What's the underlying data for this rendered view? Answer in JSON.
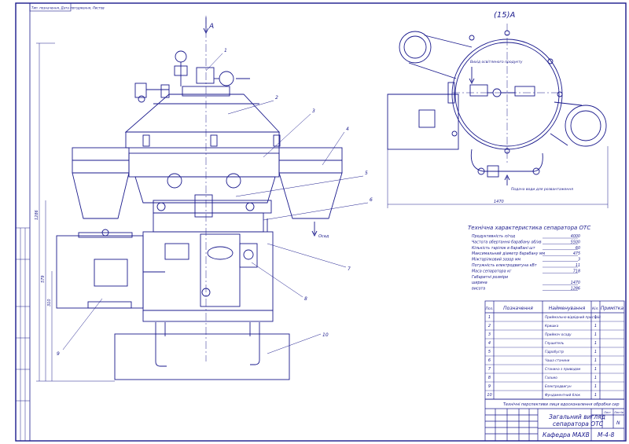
{
  "drawing": {
    "stamp_top_left": "Тип. позначення, Дата погодження, Листов",
    "view_label_top": "A",
    "view_label_section": "(15)A",
    "callouts": [
      "1",
      "2",
      "3",
      "4",
      "5",
      "6",
      "7",
      "8",
      "9",
      "10"
    ],
    "dim_width_left": "1286",
    "dim_height_mid": "579",
    "dim_height_low": "310",
    "dim_width_section": "1470",
    "label_outlet": "Вихід освітленого продукту",
    "label_water": "Подача води для розвантаження",
    "label_sediment": "Осад"
  },
  "spec": {
    "title": "Технічна характеристика сепаратора ОТС",
    "rows": [
      {
        "label": "Продуктивність л/год",
        "value": "4000"
      },
      {
        "label": "Частота обертання барабану об/хв",
        "value": "5500"
      },
      {
        "label": "Кількість тарілок в барабані шт",
        "value": "60"
      },
      {
        "label": "Максимальний діаметр барабану мм",
        "value": "475"
      },
      {
        "label": "Міжтарілковий зазор мм",
        "value": "3"
      },
      {
        "label": "Потужність електродвигуна кВт",
        "value": "11"
      },
      {
        "label": "Маса сепаратора кг",
        "value": "718"
      },
      {
        "label": "Габаритні розміри",
        "value": ""
      },
      {
        "label": "ширина",
        "value": "1470"
      },
      {
        "label": "висота",
        "value": "1286"
      }
    ]
  },
  "parts_table": {
    "headers": [
      "Поз.",
      "Позначення",
      "Найменування",
      "Кіл.",
      "Примітка"
    ],
    "rows": [
      {
        "pos": "1",
        "name": "Приймально-відвідний пристрій",
        "qty": "1"
      },
      {
        "pos": "2",
        "name": "Кришка",
        "qty": "1"
      },
      {
        "pos": "3",
        "name": "Приймач осаду",
        "qty": "1"
      },
      {
        "pos": "4",
        "name": "Глушитель",
        "qty": "1"
      },
      {
        "pos": "5",
        "name": "Гідробустр",
        "qty": "1"
      },
      {
        "pos": "6",
        "name": "Чаша станини",
        "qty": "1"
      },
      {
        "pos": "7",
        "name": "Станина з приводом",
        "qty": "1"
      },
      {
        "pos": "8",
        "name": "Гальмо",
        "qty": "1"
      },
      {
        "pos": "9",
        "name": "Електродвигун",
        "qty": "1"
      },
      {
        "pos": "10",
        "name": "Фундаментний блок",
        "qty": "1"
      }
    ]
  },
  "title_block": {
    "note": "Технічні перспективи лиця вдосконалення обробки сир",
    "title_line1": "Загальний вигляд",
    "title_line2": "сепаратора ОТС",
    "department": "Кафедра МАХВ",
    "code": "М-4-8",
    "sheet_label": "Лист",
    "sheets_label": "Листів",
    "letter": "N"
  }
}
